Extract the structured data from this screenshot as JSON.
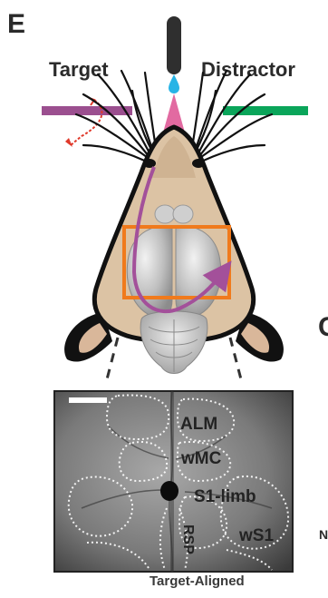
{
  "panel": {
    "letter": "E"
  },
  "stimuli": {
    "target_label": "Target",
    "distractor_label": "Distractor",
    "target_color": "#9b4f8f",
    "distractor_color": "#0aa55a",
    "lick_spout_color": "#2f2f2f",
    "water_drop_color": "#28b4e6"
  },
  "imaging": {
    "regions": [
      "ALM",
      "wMC",
      "S1-limb",
      "wS1",
      "RSP"
    ],
    "caption": "Target-Aligned",
    "window_color": "#f07a1c"
  },
  "edge_partials": {
    "right_letter": "C",
    "right_small": "N"
  }
}
